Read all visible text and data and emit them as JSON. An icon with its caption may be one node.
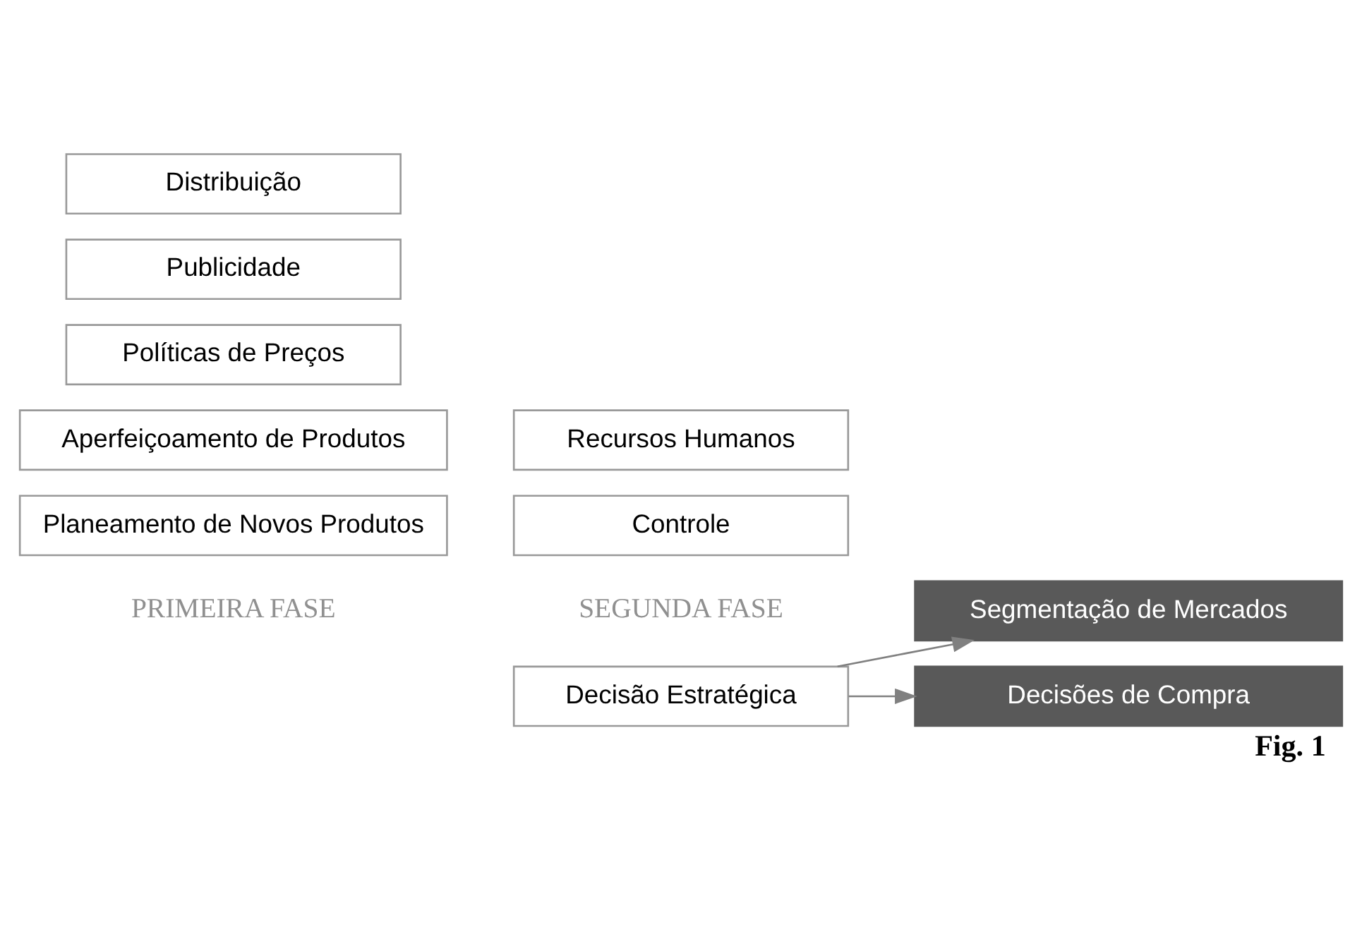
{
  "diagram": {
    "caption": "Fig. 1",
    "nodes": [
      {
        "text": [
          "Planeamento de Novos Produtos"
        ]
      },
      {
        "text": [
          "Aperfeiçoamento de Produtos"
        ]
      },
      {
        "text": [
          "Políticas de Preços"
        ]
      },
      {
        "text": [
          "Publicidade"
        ]
      },
      {
        "text": [
          "Distribuição"
        ]
      },
      {
        "text": [
          "Controle"
        ]
      },
      {
        "text": [
          "Recursos Humanos"
        ]
      },
      {
        "text": [
          "Decisão Estratégica"
        ]
      },
      {
        "text": [
          "Segmentação de Mercados"
        ]
      },
      {
        "text": [
          "Decisões de Compra"
        ]
      }
    ],
    "edges": [
      {
        "from": 7,
        "to": 8,
        "arrow": "to"
      },
      {
        "from": 7,
        "to": 9,
        "arrow": "to"
      }
    ],
    "labels": [
      "SEGUNDA FASE",
      "PRIMEIRA FASE"
    ]
  }
}
